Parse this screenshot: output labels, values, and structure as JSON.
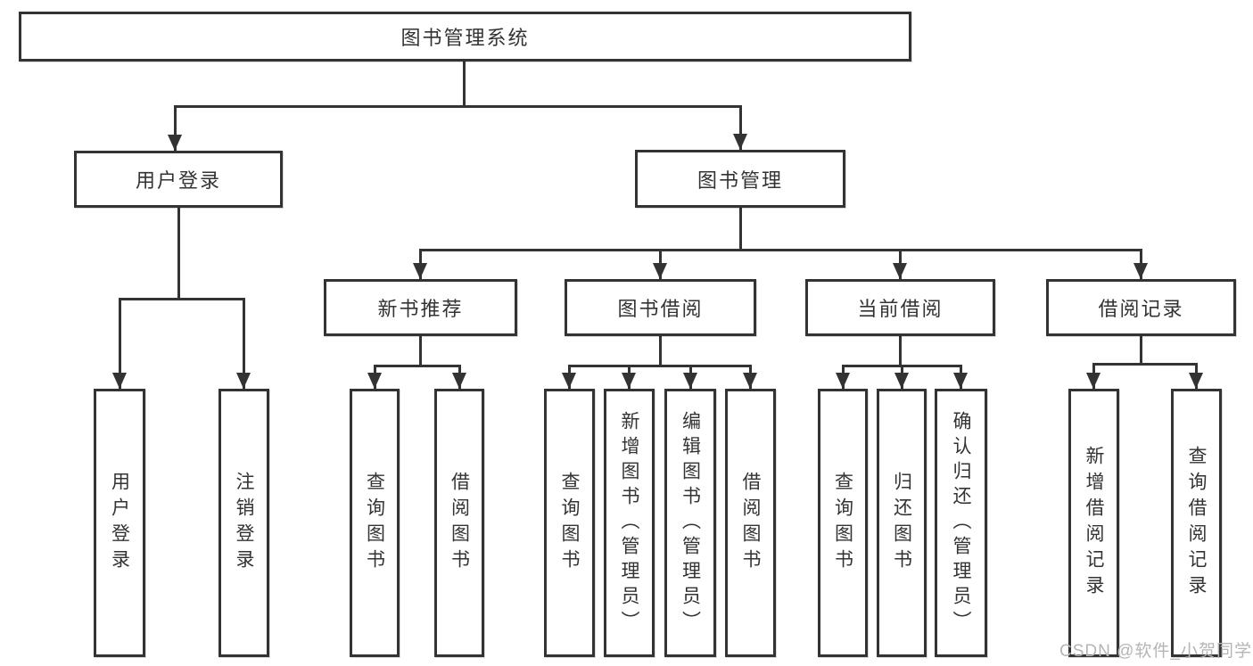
{
  "diagram": {
    "title": "图书管理系统",
    "tree": {
      "root": "图书管理系统",
      "children": [
        {
          "label": "用户登录",
          "children": [
            {
              "label": "用户登录"
            },
            {
              "label": "注销登录"
            }
          ]
        },
        {
          "label": "图书管理",
          "children": [
            {
              "label": "新书推荐",
              "children": [
                {
                  "label": "查询图书"
                },
                {
                  "label": "借阅图书"
                }
              ]
            },
            {
              "label": "图书借阅",
              "children": [
                {
                  "label": "查询图书"
                },
                {
                  "label": "新增图书（管理员）"
                },
                {
                  "label": "编辑图书（管理员）"
                },
                {
                  "label": "借阅图书"
                }
              ]
            },
            {
              "label": "当前借阅",
              "children": [
                {
                  "label": "查询图书"
                },
                {
                  "label": "归还图书"
                },
                {
                  "label": "确认归还（管理员）"
                }
              ]
            },
            {
              "label": "借阅记录",
              "children": [
                {
                  "label": "新增借阅记录"
                },
                {
                  "label": "查询借阅记录"
                }
              ]
            }
          ]
        }
      ]
    }
  },
  "watermark": {
    "text": "CSDN @软件_小贺同学",
    "color": "#b5b5b5"
  },
  "colors": {
    "line": "#333333",
    "box_border": "#333333",
    "box_fill": "#ffffff",
    "text": "#333333",
    "background": "#ffffff"
  }
}
